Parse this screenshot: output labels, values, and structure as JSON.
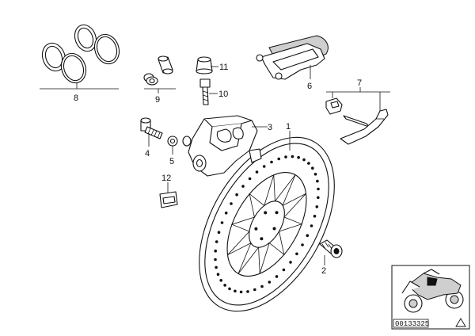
{
  "diagram": {
    "callouts": [
      {
        "id": "1",
        "text": "1"
      },
      {
        "id": "2",
        "text": "2"
      },
      {
        "id": "3",
        "text": "3"
      },
      {
        "id": "4",
        "text": "4"
      },
      {
        "id": "5",
        "text": "5"
      },
      {
        "id": "6",
        "text": "6"
      },
      {
        "id": "7",
        "text": "7"
      },
      {
        "id": "8",
        "text": "8"
      },
      {
        "id": "9",
        "text": "9"
      },
      {
        "id": "10",
        "text": "10"
      },
      {
        "id": "11",
        "text": "11"
      },
      {
        "id": "12",
        "text": "12"
      }
    ],
    "reference_number": "00133325"
  }
}
